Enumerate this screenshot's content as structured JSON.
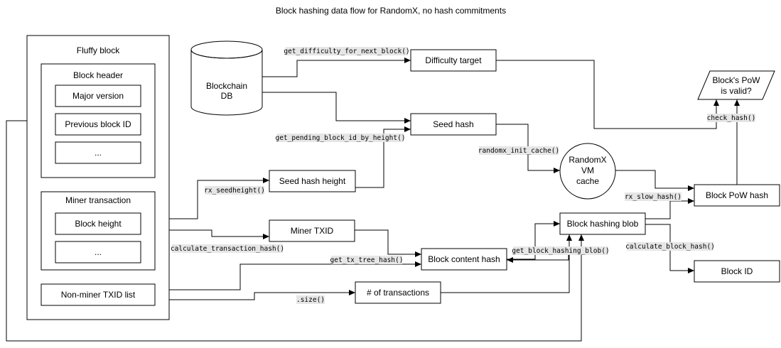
{
  "title": "Block hashing data flow for RandomX, no hash commitments",
  "fluffy_block": {
    "title": "Fluffy block",
    "block_header": {
      "title": "Block header",
      "items": [
        "Major version",
        "Previous block ID",
        "..."
      ]
    },
    "miner_transaction": {
      "title": "Miner transaction",
      "items": [
        "Block height",
        "..."
      ]
    },
    "non_miner_txid_list": "Non-miner TXID list"
  },
  "blockchain_db": [
    "Blockchain",
    "DB"
  ],
  "nodes": {
    "difficulty_target": "Difficulty target",
    "seed_hash": "Seed hash",
    "seed_hash_height": "Seed hash height",
    "miner_txid": "Miner TXID",
    "block_content_hash": "Block content hash",
    "num_transactions": "# of transactions",
    "randomx_vm_cache": [
      "RandomX",
      "VM",
      "cache"
    ],
    "block_hashing_blob": "Block hashing blob",
    "block_pow_hash": "Block PoW hash",
    "block_id": "Block ID",
    "pow_valid": [
      "Block's PoW",
      "is valid?"
    ]
  },
  "functions": {
    "get_difficulty": "get_difficulty_for_next_block()",
    "get_pending": "get_pending_block_id_by_height()",
    "rx_seedheight": "rx_seedheight()",
    "calc_tx_hash": "calculate_transaction_hash()",
    "get_tx_tree_hash": "get_tx_tree_hash()",
    "size": ".size()",
    "randomx_init_cache": "randomx_init_cache()",
    "rx_slow_hash": "rx_slow_hash()",
    "get_block_hashing_blob": "get_block_hashing_blob()",
    "calculate_block_hash": "calculate_block_hash()",
    "check_hash": "check_hash()"
  }
}
